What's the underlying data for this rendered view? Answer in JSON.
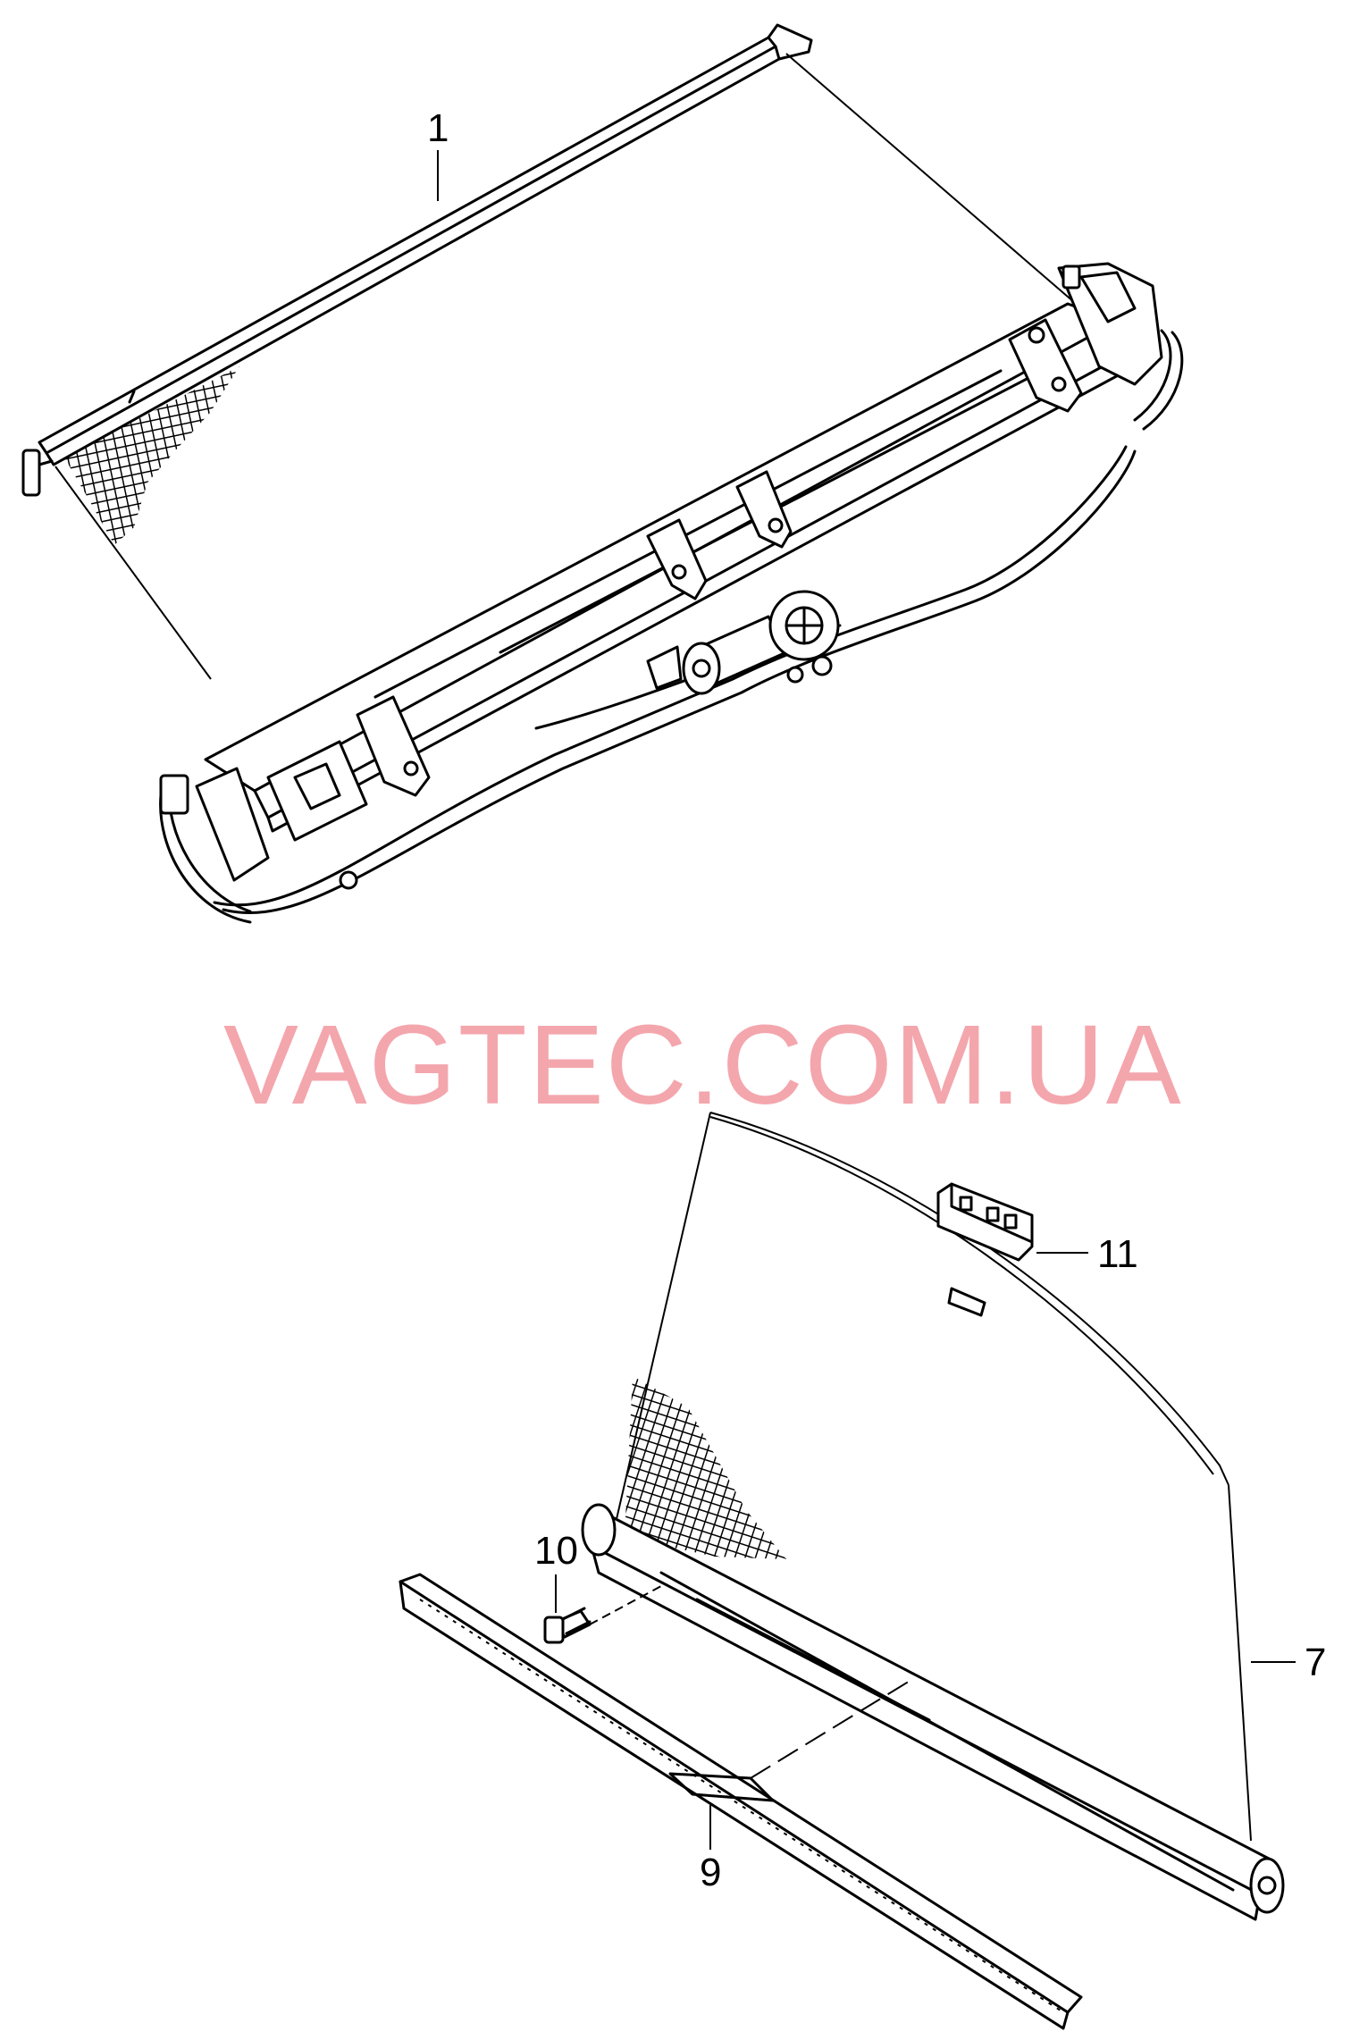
{
  "watermark": "VAGTEC.COM.UA",
  "callouts": {
    "c1": "1",
    "c7": "7",
    "c9": "9",
    "c10": "10",
    "c11": "11"
  },
  "colors": {
    "line": "#000000",
    "watermark": "#f4a6ad",
    "background": "#ffffff"
  }
}
